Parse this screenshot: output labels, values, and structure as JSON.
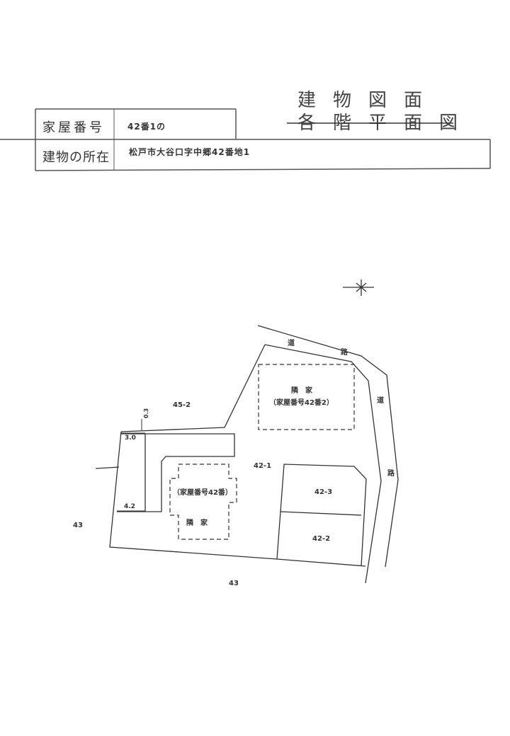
{
  "header": {
    "house_number_label": "家屋番号",
    "house_number_value": "42番1の",
    "location_label": "建物の所在",
    "location_value": "松戸市大谷口字中郷42番地1"
  },
  "title": {
    "main": "建物図面",
    "struck": "各階平面図"
  },
  "site_plan": {
    "lots": [
      "45-2",
      "42-1",
      "42-3",
      "42-2",
      "43",
      "43"
    ],
    "road_chars": [
      "道",
      "路",
      "道",
      "路"
    ],
    "building_main": {
      "label": "（家屋番号42番）",
      "type_label": "隣　家"
    },
    "building_neighbor": {
      "type_label": "隣　家",
      "label": "（家屋番号42番2）"
    },
    "dimensions": [
      "3.0",
      "4.2",
      "0.3"
    ],
    "compass_icon": "north-arrow-icon"
  }
}
